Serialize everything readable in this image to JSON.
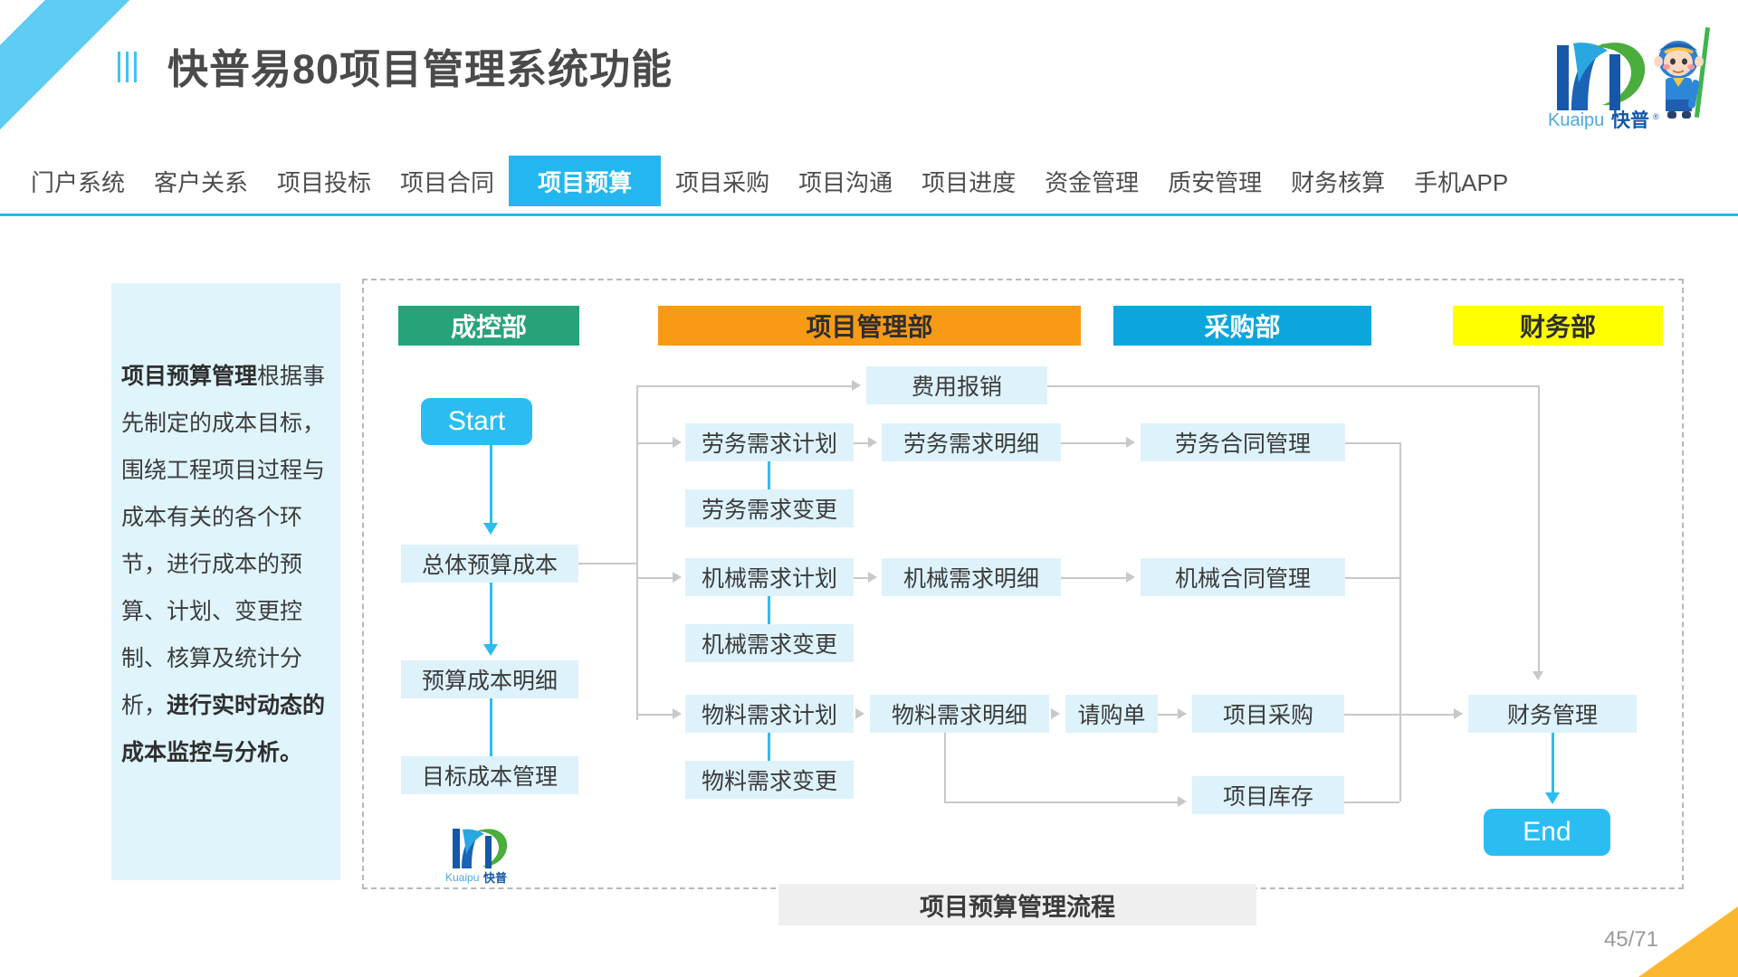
{
  "header": {
    "title": "快普易80项目管理系统功能",
    "brand_name": "Kuaipu",
    "brand_cn": "快普",
    "title_mark_icon": "three-bars-icon"
  },
  "nav": {
    "items": [
      {
        "label": "门户系统",
        "active": false
      },
      {
        "label": "客户关系",
        "active": false
      },
      {
        "label": "项目投标",
        "active": false
      },
      {
        "label": "项目合同",
        "active": false
      },
      {
        "label": "项目预算",
        "active": true
      },
      {
        "label": "项目采购",
        "active": false
      },
      {
        "label": "项目沟通",
        "active": false
      },
      {
        "label": "项目进度",
        "active": false
      },
      {
        "label": "资金管理",
        "active": false
      },
      {
        "label": "质安管理",
        "active": false
      },
      {
        "label": "财务核算",
        "active": false
      },
      {
        "label": "手机APP",
        "active": false
      }
    ],
    "active_color": "#24b7ef"
  },
  "description": {
    "lead": "项目预算管理",
    "body": "根据事先制定的成本目标，围绕工程项目过程与成本有关的各个环节，进行成本的预算、计划、变更控制、核算及统计分析，",
    "tail": "进行实时动态的成本监控与分析。",
    "background": "#dff4fb"
  },
  "flow": {
    "caption": "项目预算管理流程",
    "departments": [
      {
        "name": "成控部",
        "color": "#27a37a",
        "text_color": "#ffffff"
      },
      {
        "name": "项目管理部",
        "color": "#f89a14",
        "text_color": "#2e2e2e"
      },
      {
        "name": "采购部",
        "color": "#0ca6dc",
        "text_color": "#ffffff"
      },
      {
        "name": "财务部",
        "color": "#ffff00",
        "text_color": "#2e2e2e"
      }
    ],
    "terminators": {
      "start": "Start",
      "end": "End"
    },
    "nodes": {
      "total_budget_cost": "总体预算成本",
      "budget_cost_detail": "预算成本明细",
      "target_cost_mgmt": "目标成本管理",
      "expense_reimbursement": "费用报销",
      "labor_demand_plan": "劳务需求计划",
      "labor_demand_detail": "劳务需求明细",
      "labor_demand_change": "劳务需求变更",
      "labor_contract_mgmt": "劳务合同管理",
      "machine_demand_plan": "机械需求计划",
      "machine_demand_detail": "机械需求明细",
      "machine_demand_change": "机械需求变更",
      "machine_contract_mgmt": "机械合同管理",
      "material_demand_plan": "物料需求计划",
      "material_demand_detail": "物料需求明细",
      "material_demand_change": "物料需求变更",
      "purchase_request": "请购单",
      "project_purchase": "项目采购",
      "project_inventory": "项目库存",
      "finance_mgmt": "财务管理"
    },
    "node_fill": "#ddf2fb",
    "terminator_fill": "#2bbdf2"
  },
  "footer": {
    "page_number": "45/71"
  }
}
